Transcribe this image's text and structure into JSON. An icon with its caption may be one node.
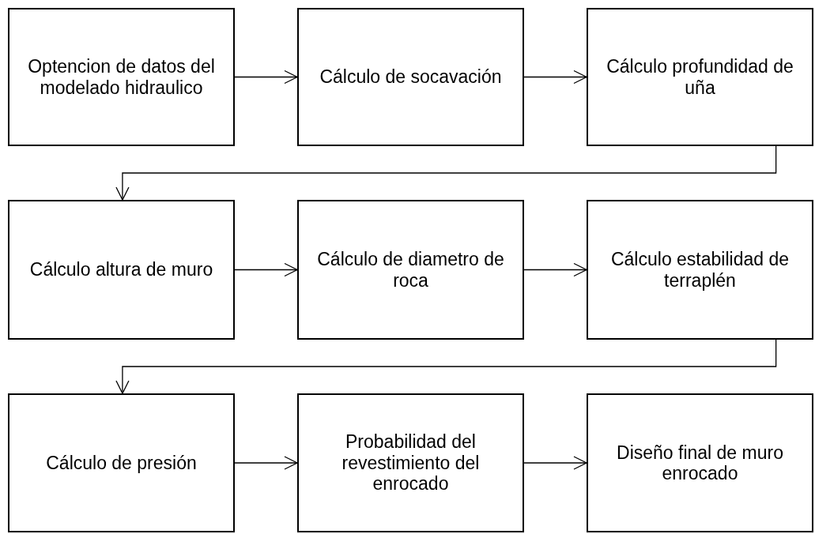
{
  "diagram": {
    "nodes": [
      {
        "text": [
          "Optencion de datos del modelado hidraulico"
        ]
      },
      {
        "text": [
          "Cálculo de socavación"
        ]
      },
      {
        "text": [
          "Cálculo profundidad de uña"
        ]
      },
      {
        "text": [
          "Cálculo altura de muro"
        ]
      },
      {
        "text": [
          "Cálculo de diametro de roca"
        ]
      },
      {
        "text": [
          "Cálculo estabilidad de terraplén"
        ]
      },
      {
        "text": [
          "Cálculo de presión"
        ]
      },
      {
        "text": [
          "Probabilidad del revestimiento del enrocado"
        ]
      },
      {
        "text": [
          "Diseño final de muro enrocado"
        ]
      }
    ],
    "edges": [
      {
        "from": 0,
        "to": 1,
        "arrow": "to"
      },
      {
        "from": 1,
        "to": 2,
        "arrow": "to"
      },
      {
        "from": 2,
        "to": 3,
        "arrow": "to"
      },
      {
        "from": 3,
        "to": 4,
        "arrow": "to"
      },
      {
        "from": 4,
        "to": 5,
        "arrow": "to"
      },
      {
        "from": 5,
        "to": 6,
        "arrow": "to"
      },
      {
        "from": 6,
        "to": 7,
        "arrow": "to"
      },
      {
        "from": 7,
        "to": 8,
        "arrow": "to"
      }
    ]
  }
}
